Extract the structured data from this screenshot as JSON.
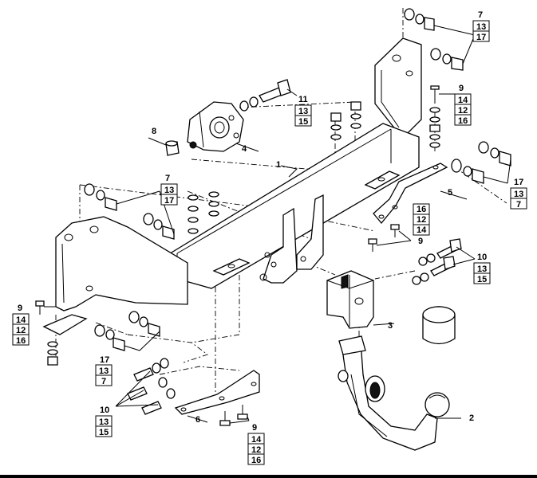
{
  "parts": [
    {
      "id": "1",
      "label": "1"
    },
    {
      "id": "2",
      "label": "2"
    },
    {
      "id": "3",
      "label": "3"
    },
    {
      "id": "4",
      "label": "4"
    },
    {
      "id": "5",
      "label": "5"
    },
    {
      "id": "6",
      "label": "6"
    },
    {
      "id": "8",
      "label": "8"
    }
  ],
  "callouts": [
    {
      "id": "top-right",
      "rows": [
        "7",
        "13",
        "17"
      ]
    },
    {
      "id": "upper-right-bolt",
      "rows": [
        "9",
        "14",
        "12",
        "16"
      ]
    },
    {
      "id": "top-bolt",
      "rows": [
        "11",
        "13",
        "15"
      ]
    },
    {
      "id": "right-side",
      "rows": [
        "17",
        "13",
        "7"
      ]
    },
    {
      "id": "right-bracket",
      "rows": [
        "16",
        "12",
        "14",
        "9"
      ]
    },
    {
      "id": "right-bolts",
      "rows": [
        "10",
        "13",
        "15"
      ]
    },
    {
      "id": "left-upper",
      "rows": [
        "7",
        "13",
        "17"
      ]
    },
    {
      "id": "left-bolt",
      "rows": [
        "9",
        "14",
        "12",
        "16"
      ]
    },
    {
      "id": "left-lower",
      "rows": [
        "17",
        "13",
        "7"
      ]
    },
    {
      "id": "bottom-left-bolts",
      "rows": [
        "10",
        "13",
        "15"
      ]
    },
    {
      "id": "bottom-center-bolt",
      "rows": [
        "9",
        "14",
        "12",
        "16"
      ]
    }
  ]
}
